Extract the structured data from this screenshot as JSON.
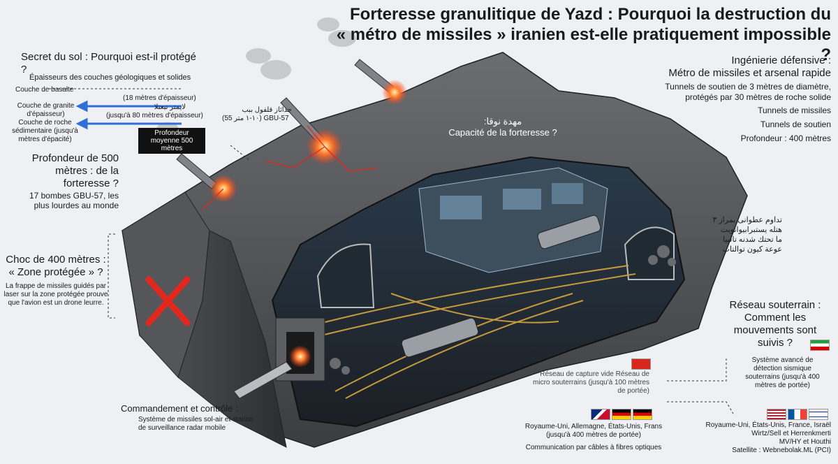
{
  "title": {
    "line1": "Forteresse granulitique de Yazd : Pourquoi la destruction du",
    "line2": "« métro de missiles » iranien est-elle pratiquement impossible ?"
  },
  "left_panel": {
    "soil_heading": "Secret du sol : Pourquoi est-il protégé ?",
    "layers_caption": "Épaisseurs des couches géologiques et solides",
    "basalt_label": "Couche de basalte",
    "basalt_thickness": "(18 mètres d'épaisseur)",
    "granite_label": "Couche de granite d'épaisseur)",
    "granite_arabic": "لايمتر نبعتلا",
    "granite_thickness": "(jusqu'à 80 mètres d'épaisseur)",
    "rock_label": "Couche de roche sédimentaire (jusqu'à mètres d'épacité)",
    "depth_tag": "Profondeur moyenne 500 mètres",
    "depth_heading": "Profondeur de 500 mètres : de la forteresse ?",
    "depth_sub": "17 bombes GBU-57, les plus lourdes au monde",
    "shock_heading": "Choc de 400 mètres : « Zone protégée » ?",
    "shock_sub": "La frappe de missiles guidés par laser sur la zone protégée prouve que l'avion est un drone leurre."
  },
  "bomb_label": {
    "arabic": "حدائاز قلفول ببب",
    "latin": "(55 ١٠-١ متر) GBU-57"
  },
  "center_label": {
    "arabic": "مهدة نوقا:",
    "text": "Capacité de la forteresse ?"
  },
  "right_panel": {
    "heading1": "Ingénierie défensive :",
    "heading2": "Métro de missiles et arsenal rapide",
    "line1": "Tunnels de soutien de 3 mètres de diamètre,",
    "line2": "protégés par 30 mètres de roche solide",
    "line3": "Tunnels de missiles",
    "line4": "Tunnels de soutien",
    "line5": "Profondeur : 400 mètres",
    "arabic_heading": "تداوم عطوانى بمراز ٣",
    "arabic_lines": [
      "هتله يستبرابيوانوبت",
      "ما تحتك شدنه تالبيا",
      "عوعة كيون توالتاب"
    ],
    "network_heading": "Réseau souterrain : Comment les mouvements sont suivis ?"
  },
  "bottom": {
    "command_heading": "Commandement et contrôle :",
    "command_sub": "Système de missiles sol-air et station de surveillance radar mobile",
    "capture_text": "Réseau de capture vide Réseau de micro souterrains (jusqu'à 100 mètres de portée)",
    "allies_left": "Royaume-Uni, Allemagne, États-Unis, Frans",
    "allies_left_sub": "(jusqu'à 400 mètres de portée)",
    "allies_left_comm": "Communication par câbles à fibres optiques",
    "iran_system": "Système avancé de détection sismique souterrains (jusqu'à 400 mètres de portée)",
    "allies_right": "Royaume-Uni, États-Unis, France, Israël",
    "allies_right_sub": "Wirtz/Sell et Herrenkmerti",
    "allies_right_sub2": "MV/HY et Houthi",
    "satellite": "Satellite : Webnebolak.ML (PCI)"
  },
  "colors": {
    "rock_dark": "#3a3b3d",
    "rock_mid": "#5a5b5e",
    "rock_light": "#8a8b8e",
    "impact_red": "#e0281e",
    "arrow_blue": "#2f6fd6",
    "rail_gold": "#c59a3c"
  }
}
